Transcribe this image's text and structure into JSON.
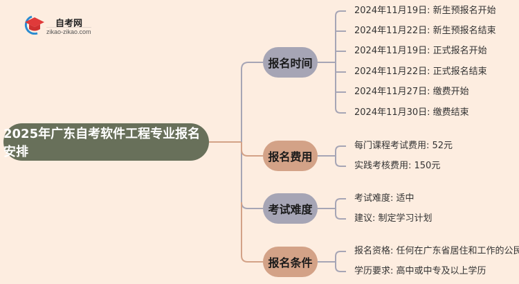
{
  "logo": {
    "title": "自考网",
    "url": "zikao-zikao.com"
  },
  "root": {
    "label": "2025年广东自考软件工程专业报名安排"
  },
  "branches": [
    {
      "label": "报名时间",
      "color": "#a6a5b5",
      "children": [
        "2024年11月19日: 新生预报名开始",
        "2024年11月22日: 新生预报名结束",
        "2024年11月19日: 正式报名开始",
        "2024年11月22日: 正式报名结束",
        "2024年11月27日: 缴费开始",
        "2024年11月30日: 缴费结束"
      ]
    },
    {
      "label": "报名费用",
      "color": "#d3a287",
      "children": [
        "每门课程考试费用: 52元",
        "实践考核费用: 150元"
      ]
    },
    {
      "label": "考试难度",
      "color": "#a6a5b5",
      "children": [
        "考试难度: 适中",
        "建议: 制定学习计划"
      ]
    },
    {
      "label": "报名条件",
      "color": "#d3a287",
      "children": [
        "报名资格: 任何在广东省居住和工作的公民",
        "学历要求: 高中或中专及以上学历"
      ]
    }
  ]
}
